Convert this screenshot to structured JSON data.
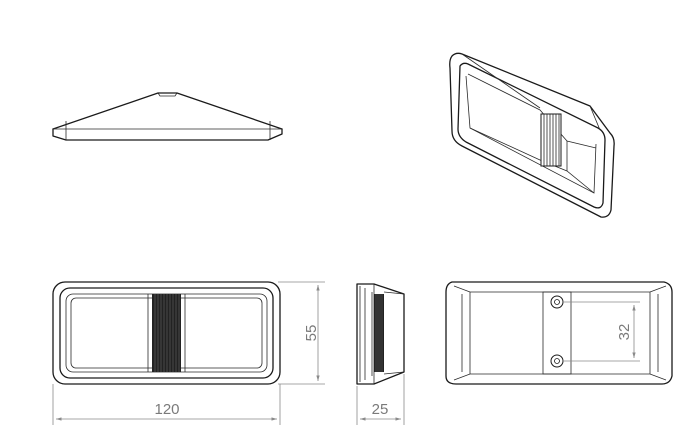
{
  "dimensions": {
    "width": "120",
    "height": "55",
    "depth": "25",
    "hole_spacing": "32"
  }
}
